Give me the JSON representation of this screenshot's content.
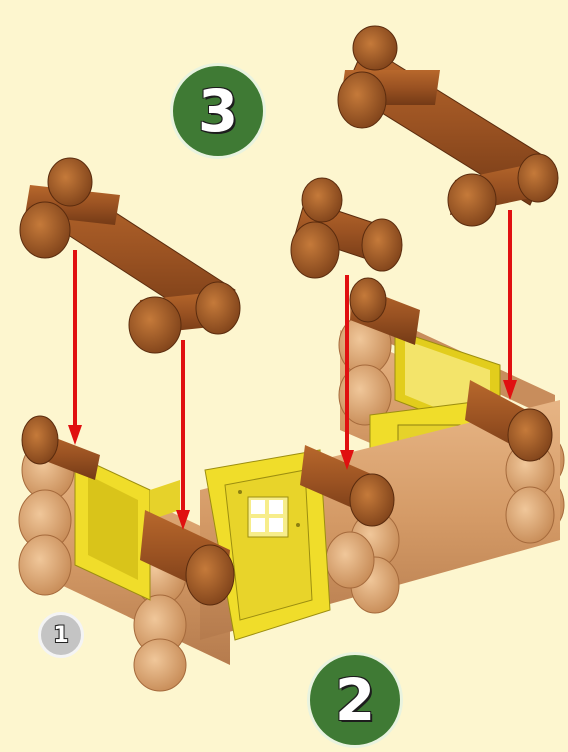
{
  "steps": {
    "top": "3",
    "bottom": "2",
    "corner": "1"
  },
  "colors": {
    "background": "#fdf6cf",
    "dark_log": "#9a5222",
    "light_log": "#d9a070",
    "frame": "#f0dd2a",
    "arrow": "#e01010",
    "badge_green": "#3f7a34",
    "badge_gray": "#c4c4c4"
  }
}
